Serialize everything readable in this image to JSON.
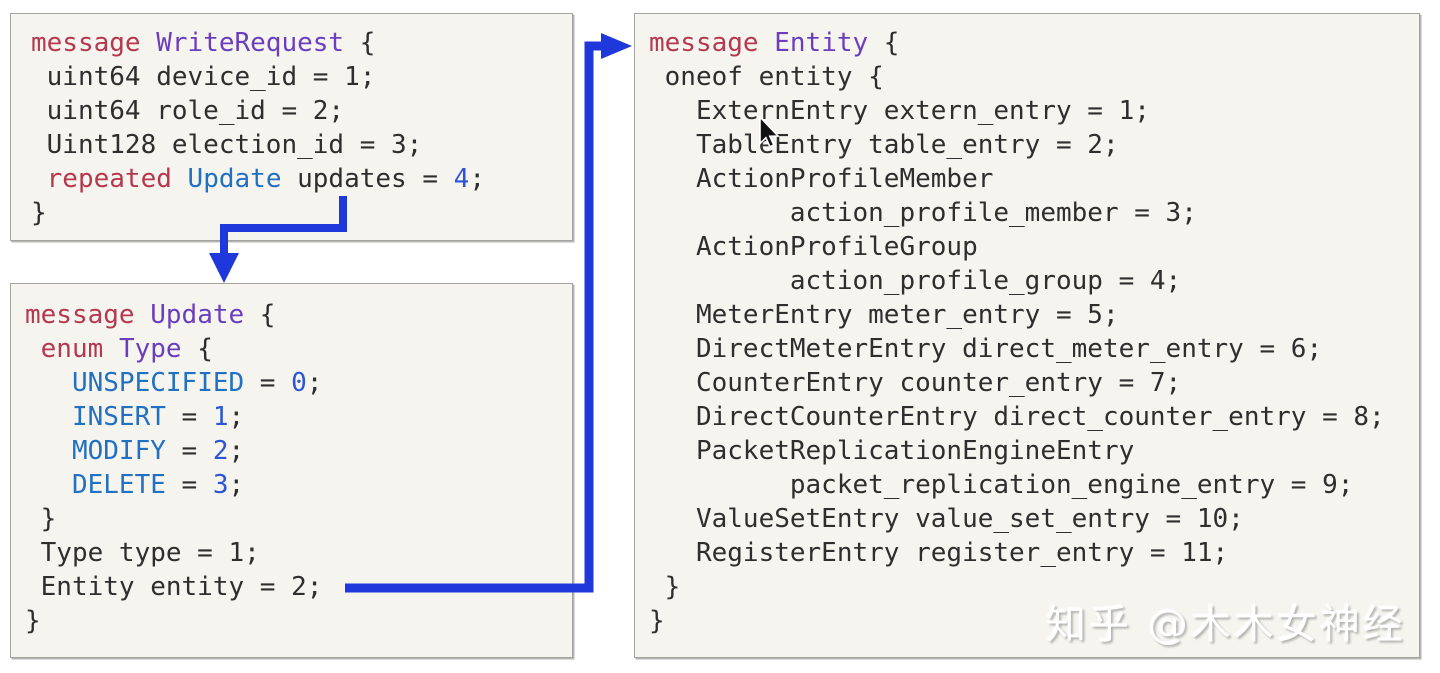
{
  "figure": {
    "description_labels": {
      "box1_title": "message WriteRequest",
      "box2_title": "message Update",
      "box3_title": "message Entity"
    }
  },
  "colors": {
    "kw": "#b5394e",
    "type": "#6a3fbe",
    "blue": "#2270c2",
    "num": "#2b55d6",
    "plain": "#2e2e2e",
    "box_bg": "#f5f4ef",
    "box_border": "#a3a3a0",
    "arrow": "#1f38dc",
    "watermark": "#ffffff"
  },
  "boxes": {
    "write_request": {
      "lines": [
        [
          {
            "t": "message",
            "c": "kw"
          },
          {
            "t": " ",
            "c": "p"
          },
          {
            "t": "WriteRequest",
            "c": "type"
          },
          {
            "t": " {",
            "c": "p"
          }
        ],
        [
          {
            "t": " uint64 device_id = 1;",
            "c": "p"
          }
        ],
        [
          {
            "t": " uint64 role_id = 2;",
            "c": "p"
          }
        ],
        [
          {
            "t": " Uint128 election_id = 3;",
            "c": "p"
          }
        ],
        [
          {
            "t": " ",
            "c": "p"
          },
          {
            "t": "repeated",
            "c": "kw"
          },
          {
            "t": " ",
            "c": "p"
          },
          {
            "t": "Update",
            "c": "blue"
          },
          {
            "t": " updates = ",
            "c": "p"
          },
          {
            "t": "4",
            "c": "num"
          },
          {
            "t": ";",
            "c": "p"
          }
        ],
        [
          {
            "t": "}",
            "c": "p"
          }
        ]
      ]
    },
    "update": {
      "lines": [
        [
          {
            "t": "message",
            "c": "kw"
          },
          {
            "t": " ",
            "c": "p"
          },
          {
            "t": "Update",
            "c": "type"
          },
          {
            "t": " {",
            "c": "p"
          }
        ],
        [
          {
            "t": " ",
            "c": "p"
          },
          {
            "t": "enum",
            "c": "kw"
          },
          {
            "t": " ",
            "c": "p"
          },
          {
            "t": "Type",
            "c": "type"
          },
          {
            "t": " {",
            "c": "p"
          }
        ],
        [
          {
            "t": "   ",
            "c": "p"
          },
          {
            "t": "UNSPECIFIED",
            "c": "blue"
          },
          {
            "t": " = ",
            "c": "p"
          },
          {
            "t": "0",
            "c": "num"
          },
          {
            "t": ";",
            "c": "p"
          }
        ],
        [
          {
            "t": "   ",
            "c": "p"
          },
          {
            "t": "INSERT",
            "c": "blue"
          },
          {
            "t": " = ",
            "c": "p"
          },
          {
            "t": "1",
            "c": "num"
          },
          {
            "t": ";",
            "c": "p"
          }
        ],
        [
          {
            "t": "   ",
            "c": "p"
          },
          {
            "t": "MODIFY",
            "c": "blue"
          },
          {
            "t": " = ",
            "c": "p"
          },
          {
            "t": "2",
            "c": "num"
          },
          {
            "t": ";",
            "c": "p"
          }
        ],
        [
          {
            "t": "   ",
            "c": "p"
          },
          {
            "t": "DELETE",
            "c": "blue"
          },
          {
            "t": " = ",
            "c": "p"
          },
          {
            "t": "3",
            "c": "num"
          },
          {
            "t": ";",
            "c": "p"
          }
        ],
        [
          {
            "t": " }",
            "c": "p"
          }
        ],
        [
          {
            "t": " Type type = 1;",
            "c": "p"
          }
        ],
        [
          {
            "t": " Entity entity = 2;",
            "c": "p"
          }
        ],
        [
          {
            "t": "}",
            "c": "p"
          }
        ]
      ]
    },
    "entity": {
      "lines": [
        [
          {
            "t": "message",
            "c": "kw"
          },
          {
            "t": " ",
            "c": "p"
          },
          {
            "t": "Entity",
            "c": "type"
          },
          {
            "t": " {",
            "c": "p"
          }
        ],
        [
          {
            "t": " oneof entity {",
            "c": "p"
          }
        ],
        [
          {
            "t": "   ExternEntry extern_entry = 1;",
            "c": "p"
          }
        ],
        [
          {
            "t": "   TableEntry table_entry = 2;",
            "c": "p"
          }
        ],
        [
          {
            "t": "   ActionProfileMember",
            "c": "p"
          }
        ],
        [
          {
            "t": "         action_profile_member = 3;",
            "c": "p"
          }
        ],
        [
          {
            "t": "   ActionProfileGroup",
            "c": "p"
          }
        ],
        [
          {
            "t": "         action_profile_group = 4;",
            "c": "p"
          }
        ],
        [
          {
            "t": "   MeterEntry meter_entry = 5;",
            "c": "p"
          }
        ],
        [
          {
            "t": "   DirectMeterEntry direct_meter_entry = 6;",
            "c": "p"
          }
        ],
        [
          {
            "t": "   CounterEntry counter_entry = 7;",
            "c": "p"
          }
        ],
        [
          {
            "t": "   DirectCounterEntry direct_counter_entry = 8;",
            "c": "p"
          }
        ],
        [
          {
            "t": "   PacketReplicationEngineEntry",
            "c": "p"
          }
        ],
        [
          {
            "t": "         packet_replication_engine_entry = 9;",
            "c": "p"
          }
        ],
        [
          {
            "t": "   ValueSetEntry value_set_entry = 10;",
            "c": "p"
          }
        ],
        [
          {
            "t": "   RegisterEntry register_entry = 11;",
            "c": "p"
          }
        ],
        [
          {
            "t": " }",
            "c": "p"
          }
        ],
        [
          {
            "t": "}",
            "c": "p"
          }
        ]
      ]
    }
  },
  "watermark": {
    "text": "知乎 @木木女神经"
  }
}
